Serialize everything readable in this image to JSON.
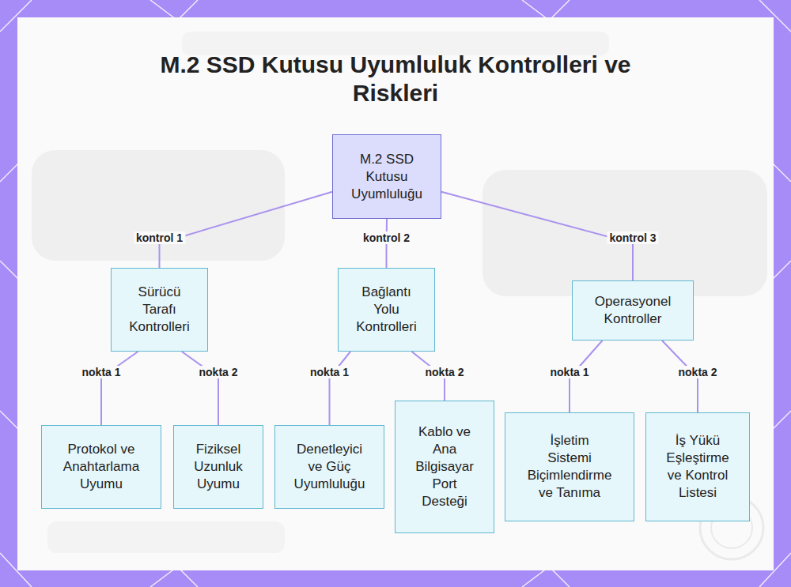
{
  "diagram": {
    "title": "M.2 SSD Kutusu Uyumluluk Kontrolleri ve Riskleri",
    "nodes": [
      {
        "text": [
          "M.2 SSD Kutusu Uyumluluğu"
        ]
      },
      {
        "text": [
          "Sürücü Tarafı Kontrolleri"
        ]
      },
      {
        "text": [
          "Bağlantı Yolu Kontrolleri"
        ]
      },
      {
        "text": [
          "Operasyonel Kontroller"
        ]
      },
      {
        "text": [
          "Protokol ve Anahtarlama Uyumu"
        ]
      },
      {
        "text": [
          "Fiziksel Uzunluk Uyumu"
        ]
      },
      {
        "text": [
          "Denetleyici ve Güç Uyumluluğu"
        ]
      },
      {
        "text": [
          "Kablo ve Ana Bilgisayar Port Desteği"
        ]
      },
      {
        "text": [
          "İşletim Sistemi Biçimlendirme ve Tanıma"
        ]
      },
      {
        "text": [
          "İş Yükü Eşleştirme ve Kontrol Listesi"
        ]
      }
    ],
    "edges": [
      {
        "from": 0,
        "to": 1,
        "label": "kontrol 1",
        "arrow": "none"
      },
      {
        "from": 0,
        "to": 2,
        "label": "kontrol 2",
        "arrow": "none"
      },
      {
        "from": 0,
        "to": 3,
        "label": "kontrol 3",
        "arrow": "none"
      },
      {
        "from": 1,
        "to": 4,
        "label": "nokta 1",
        "arrow": "none"
      },
      {
        "from": 1,
        "to": 5,
        "label": "nokta 2",
        "arrow": "none"
      },
      {
        "from": 2,
        "to": 6,
        "label": "nokta 1",
        "arrow": "none"
      },
      {
        "from": 2,
        "to": 7,
        "label": "nokta 2",
        "arrow": "none"
      },
      {
        "from": 3,
        "to": 8,
        "label": "nokta 1",
        "arrow": "none"
      },
      {
        "from": 3,
        "to": 9,
        "label": "nokta 2",
        "arrow": "none"
      }
    ]
  }
}
